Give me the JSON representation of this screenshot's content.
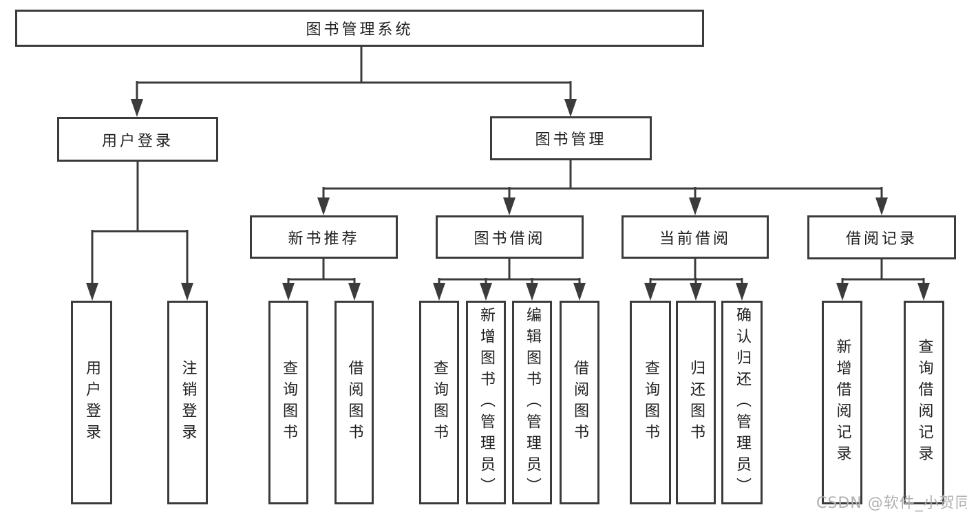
{
  "diagram": {
    "type": "tree",
    "colors": {
      "line": "#3b3b3b",
      "box_border": "#3b3b3b",
      "text": "#1f1f1f",
      "watermark": "#b0b0b0",
      "background": "#ffffff"
    },
    "tree": {
      "root": {
        "label": "图书管理系统"
      },
      "level2": [
        {
          "label": "用户登录",
          "children": [
            {
              "label": "用户登录"
            },
            {
              "label": "注销登录"
            }
          ]
        },
        {
          "label": "图书管理",
          "children": [
            {
              "label": "新书推荐",
              "children": [
                {
                  "label": "查询图书"
                },
                {
                  "label": "借阅图书"
                }
              ]
            },
            {
              "label": "图书借阅",
              "children": [
                {
                  "label": "查询图书"
                },
                {
                  "label": "新增图书（管理员）"
                },
                {
                  "label": "编辑图书（管理员）"
                },
                {
                  "label": "借阅图书"
                }
              ]
            },
            {
              "label": "当前借阅",
              "children": [
                {
                  "label": "查询图书"
                },
                {
                  "label": "归还图书"
                },
                {
                  "label": "确认归还（管理员）"
                }
              ]
            },
            {
              "label": "借阅记录",
              "children": [
                {
                  "label": "新增借阅记录"
                },
                {
                  "label": "查询借阅记录"
                }
              ]
            }
          ]
        }
      ]
    },
    "watermark": {
      "text": "CSDN @软件_小贺同学"
    }
  }
}
